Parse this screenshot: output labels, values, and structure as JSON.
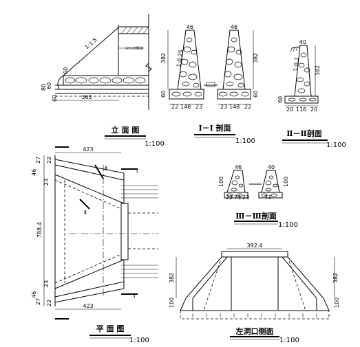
{
  "views": {
    "elevation": {
      "title": "立 面 图",
      "scale": "1:100",
      "dims": {
        "slope": "1:1.5",
        "h60a": "60",
        "h60b": "60",
        "h60c": "60",
        "h80": "80",
        "len363": "363",
        "note": "2cm沉降缝"
      }
    },
    "section1": {
      "title": "I－I 剖面",
      "scale": "1:100",
      "dims": {
        "top46": "46",
        "h382": "382",
        "slope": "1:0.25",
        "base60": "60",
        "w22": "22",
        "w148": "148",
        "w23": "23"
      }
    },
    "section1b": {
      "dims": {
        "top46": "46",
        "h382": "382",
        "base60": "60",
        "w23": "23",
        "w148": "148",
        "w22": "22"
      }
    },
    "section2": {
      "title": "Ⅱ－Ⅱ剖面",
      "scale": "1:100",
      "dims": {
        "top40": "40",
        "h382": "382",
        "slope": "1:0.1",
        "base60": "60",
        "w20a": "20",
        "w116": "116",
        "w20b": "20"
      }
    },
    "plan": {
      "title": "平 面 图",
      "scale": "1:100",
      "dims": {
        "top423": "423",
        "bottom423": "423",
        "total": "788.4",
        "d22a": "22",
        "d27a": "27",
        "d46a": "46",
        "d23a": "23",
        "d23b": "23",
        "d46b": "46",
        "d27b": "27",
        "d22b": "22",
        "cutI": "I",
        "cutII": "Ⅱ"
      }
    },
    "section3": {
      "title": "Ⅲ－Ⅲ剖面",
      "scale": "1:100",
      "dims": {
        "a46": "46",
        "b40": "40",
        "w22": "22",
        "w73": "73",
        "w23": "23",
        "w73b": "73",
        "h100a": "100",
        "h100b": "100"
      }
    },
    "side": {
      "title": "左洞口侧面",
      "scale": "1:100",
      "dims": {
        "top": "392.4",
        "hl": "382",
        "hr": "382",
        "bl": "100",
        "br": "100"
      }
    }
  }
}
